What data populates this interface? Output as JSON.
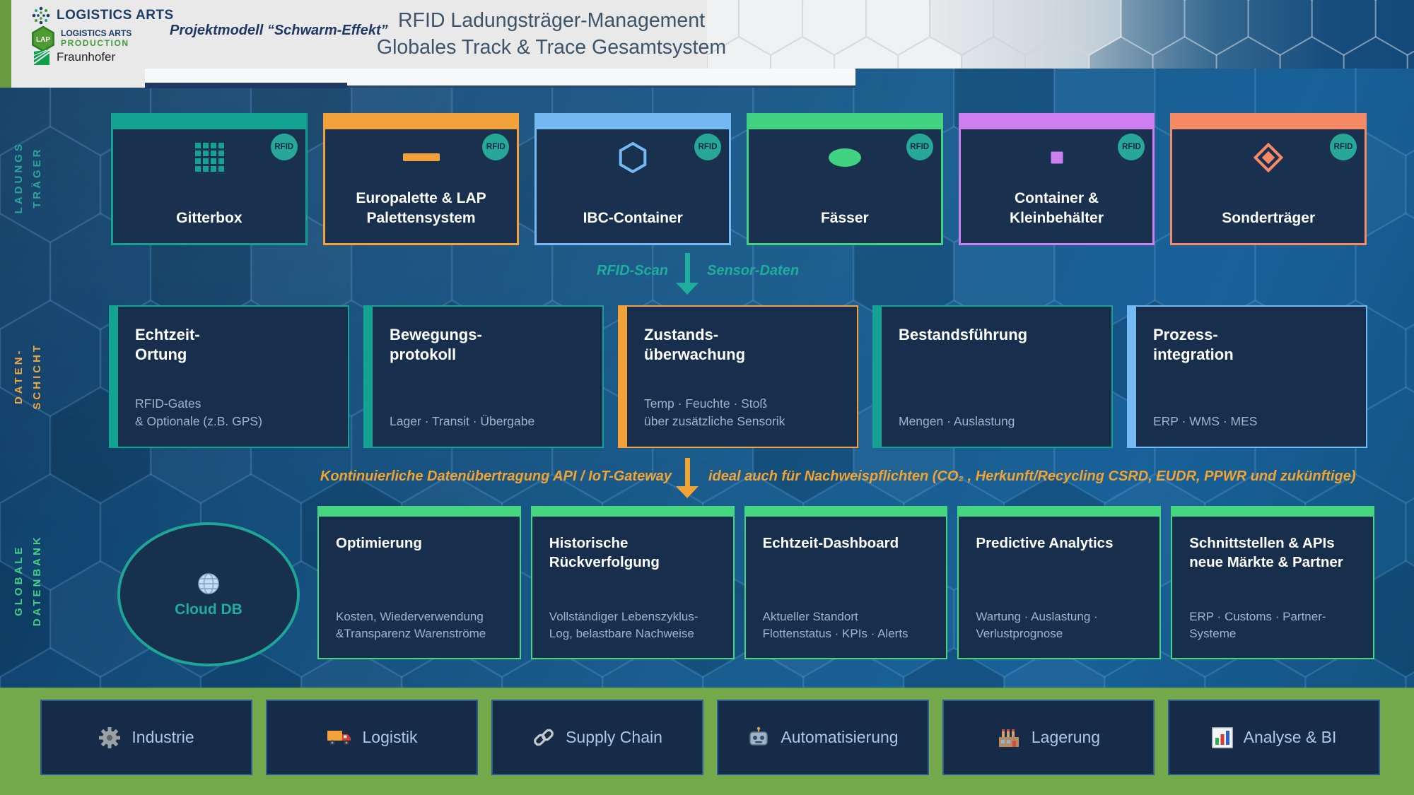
{
  "header": {
    "brand_top": "LOGISTICS ARTS",
    "brand_mid_badge": "LAP",
    "brand_mid_line1": "LOGISTICS ARTS",
    "brand_mid_line2": "PRODUCTION",
    "brand_bottom": "Fraunhofer",
    "project_label": "Projektmodell “Schwarm-Effekt”",
    "title_line1": "RFID Ladungsträger-Management",
    "title_line2": "Globales Track & Trace Gesamtsystem"
  },
  "side_labels": {
    "carriers": "LADUNGS\nTRÄGER",
    "data_layer": "DATEN-\nSCHICHT",
    "global_db": "GLOBALE\nDATENBANK"
  },
  "rfid_badge": "RFID",
  "carriers": {
    "cards": [
      {
        "label": "Gitterbox",
        "color": "#14a293",
        "icon": "grid-icon"
      },
      {
        "label": "Europalette & LAP\nPalettensystem",
        "color": "#f2a13b",
        "icon": "pallet-icon"
      },
      {
        "label": "IBC-Container",
        "color": "#74b9f2",
        "icon": "hexagon-icon"
      },
      {
        "label": "Fässer",
        "color": "#41d381",
        "icon": "barrel-icon"
      },
      {
        "label": "Container &\nKleinbehälter",
        "color": "#cd7ff2",
        "icon": "box-icon"
      },
      {
        "label": "Sonderträger",
        "color": "#f58a64",
        "icon": "diamond-icon"
      }
    ]
  },
  "flow1": {
    "left": "RFID-Scan",
    "right": "Sensor-Daten",
    "color": "#1fae9b"
  },
  "data_layer": {
    "cards": [
      {
        "title": "Echtzeit-\nOrtung",
        "subtitle": "RFID-Gates\n& Optionale (z.B. GPS)",
        "color": "#14a293"
      },
      {
        "title": "Bewegungs-\nprotokoll",
        "subtitle": "Lager · Transit · Übergabe",
        "color": "#14a293"
      },
      {
        "title": "Zustands-\nüberwachung",
        "subtitle": "Temp · Feuchte · Stoß\nüber zusätzliche Sensorik",
        "color": "#f2a13b"
      },
      {
        "title": "Bestandsführung",
        "subtitle": "Mengen · Auslastung",
        "color": "#14a293"
      },
      {
        "title": "Prozess-\nintegration",
        "subtitle": "ERP · WMS · MES",
        "color": "#74b9f2"
      }
    ]
  },
  "flow2": {
    "left": "Kontinuierliche Datenübertragung API / IoT-Gateway",
    "right": "ideal auch für Nachweispflichten (CO₂ , Herkunft/Recycling CSRD, EUDR, PPWR und zukünftige)",
    "color": "#f2a332"
  },
  "global_db": {
    "cloud_label": "Cloud DB",
    "cloud_icon": "globe-icon",
    "accent": "#45d67f",
    "cards": [
      {
        "title": "Optimierung",
        "subtitle": "Kosten, Wiederverwendung\n&Transparenz Warenströme"
      },
      {
        "title": "Historische\nRückverfolgung",
        "subtitle": "Vollständiger Lebenszyklus-\nLog, belastbare Nachweise"
      },
      {
        "title": "Echtzeit-Dashboard",
        "subtitle": "Aktueller Standort\nFlottenstatus · KPIs · Alerts"
      },
      {
        "title": "Predictive Analytics",
        "subtitle": "Wartung · Auslastung ·\nVerlustprognose"
      },
      {
        "title": "Schnittstellen & APIs\nneue Märkte & Partner",
        "subtitle": "ERP · Customs · Partner-\nSysteme"
      }
    ]
  },
  "sectors": [
    {
      "label": "Industrie",
      "icon": "gear-icon"
    },
    {
      "label": "Logistik",
      "icon": "truck-icon"
    },
    {
      "label": "Supply Chain",
      "icon": "chain-icon"
    },
    {
      "label": "Automatisierung",
      "icon": "robot-icon"
    },
    {
      "label": "Lagerung",
      "icon": "factory-icon"
    },
    {
      "label": "Analyse & BI",
      "icon": "chart-icon"
    }
  ],
  "palette": {
    "body_blue": "#155581",
    "card_navy": "#17304d",
    "band_green": "#74a94b",
    "teal": "#14a293",
    "orange": "#f2a13b",
    "light_blue": "#74b9f2",
    "green": "#41d381",
    "violet": "#cd7ff2",
    "salmon": "#f58a64",
    "db_green": "#45d67f"
  }
}
